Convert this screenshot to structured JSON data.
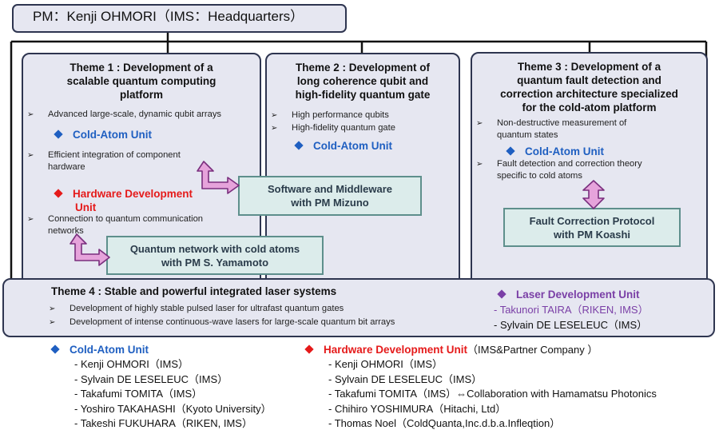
{
  "pm_label": "PM：Kenji OHMORI（IMS：Headquarters）",
  "theme1": {
    "title_lines": [
      "Theme 1 : Development of a",
      "scalable quantum computing",
      "platform"
    ],
    "bullets": [
      "Advanced large-scale, dynamic qubit arrays",
      "Efficient integration of component",
      "hardware",
      "Connection to quantum communication",
      "networks"
    ],
    "cold_atom_unit": "Cold-Atom Unit",
    "hardware_unit_lines": [
      "Hardware Development",
      "Unit"
    ]
  },
  "theme2": {
    "title_lines": [
      "Theme 2 : Development of",
      "long coherence qubit and",
      "high-fidelity quantum gate"
    ],
    "bullets": [
      "High performance qubits",
      "High-fidelity quantum gate"
    ],
    "cold_atom_unit": "Cold-Atom Unit"
  },
  "theme3": {
    "title_lines": [
      "Theme 3 : Development of a",
      "quantum fault detection and",
      "correction architecture specialized",
      "for the cold-atom platform"
    ],
    "bullets": [
      "Non-destructive measurement of",
      "quantum states",
      "Fault detection and correction theory",
      "specific to cold atoms"
    ],
    "cold_atom_unit": "Cold-Atom Unit"
  },
  "collaborations": {
    "software": [
      "Software and Middleware",
      "with PM Mizuno"
    ],
    "network": [
      "Quantum network with cold atoms",
      "with PM S. Yamamoto"
    ],
    "fault": [
      "Fault Correction Protocol",
      "with PM Koashi"
    ]
  },
  "theme4": {
    "title": "Theme 4 : Stable and powerful integrated laser systems",
    "bullets": [
      "Development of highly stable pulsed laser for ultrafast quantum gates",
      "Development of intense continuous-wave lasers for large-scale quantum bit arrays"
    ],
    "laser_unit": "Laser Development Unit",
    "laser_members": [
      "- Takunori TAIRA（RIKEN, IMS）",
      "- Sylvain DE LESELEUC（IMS）"
    ]
  },
  "cold_atom_list": {
    "title": "Cold-Atom Unit",
    "members": [
      "- Kenji OHMORI（IMS）",
      "- Sylvain DE LESELEUC（IMS）",
      "- Takafumi TOMITA（IMS）",
      "- Yoshiro TAKAHASHI（Kyoto University）",
      "- Takeshi FUKUHARA（RIKEN, IMS）"
    ]
  },
  "hardware_list": {
    "title": "Hardware Development Unit",
    "title_suffix": "（IMS&Partner Company ）",
    "members": [
      "- Kenji OHMORI（IMS）",
      "- Sylvain DE LESELEUC（IMS）",
      "- Takafumi TOMITA（IMS）⇔Collaboration with Hamamatsu Photonics",
      "- Chihiro YOSHIMURA（Hitachi, Ltd）",
      "- Thomas Noel（ColdQuanta,Inc.d.b.a.Infleqtion）"
    ]
  },
  "icons": {
    "bullet": "arrow-right-outline-icon",
    "unit_marker": "diamond-icon",
    "double_arrow": "double-headed-arrow-icon"
  },
  "colors": {
    "box_fill": "#e6e7f1",
    "box_border": "#2e3550",
    "collab_fill": "#dceceb",
    "collab_border": "#5e8f8c",
    "blue": "#1f5fc1",
    "red": "#e51a1a",
    "purple": "#7a3fa6",
    "arrow_fill": "#e6a3db",
    "arrow_stroke": "#7a2f7e"
  }
}
